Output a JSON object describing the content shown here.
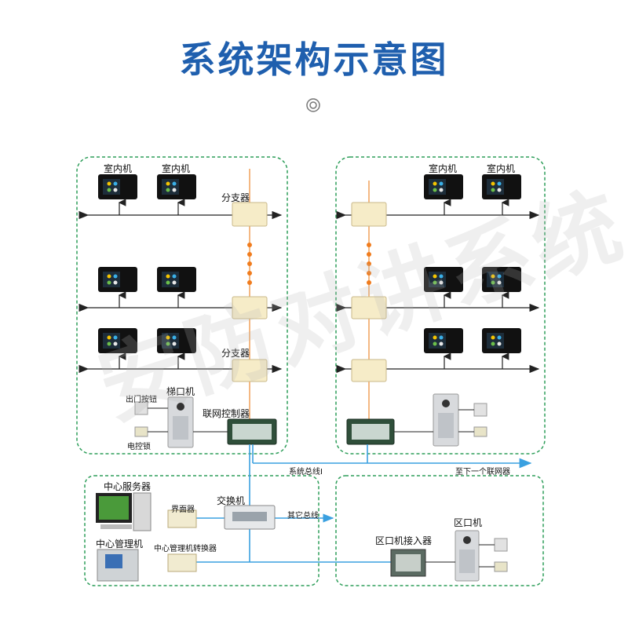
{
  "title": "系统架构示意图",
  "labels": {
    "indoor": "室内机",
    "splitter": "分支器",
    "exit_button": "出门按钮",
    "unit_door_station": "梯口机",
    "network_controller": "联网控制器",
    "electric_lock": "电控锁",
    "system_bus": "系统总线I",
    "next_network": "至下一个联网器",
    "center_server": "中心服务器",
    "interface": "界面器",
    "switch": "交换机",
    "other_bus": "其它总线",
    "center_manager": "中心管理机",
    "center_manager_converter": "中心管理机转换器",
    "area_station_access": "区口机接入器",
    "area_station": "区口机"
  },
  "watermark": "安防对讲系统",
  "colors": {
    "title": "#1f5fae",
    "group_border": "#2e9e5a",
    "riser": "#f0a15a",
    "dots": "#f07c1e",
    "bus": "#3aa0e0",
    "arrow": "#222222"
  }
}
